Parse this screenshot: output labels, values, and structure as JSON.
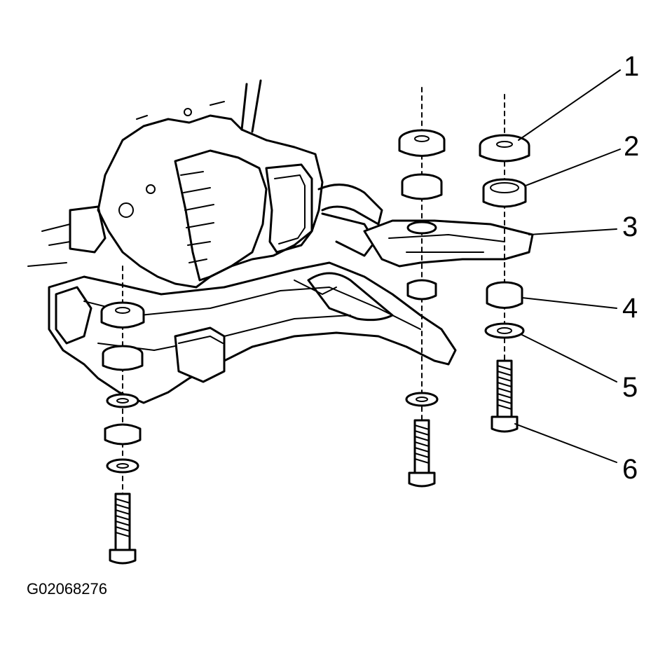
{
  "callouts": [
    {
      "id": 1,
      "label": "1"
    },
    {
      "id": 2,
      "label": "2"
    },
    {
      "id": 3,
      "label": "3"
    },
    {
      "id": 4,
      "label": "4"
    },
    {
      "id": 5,
      "label": "5"
    },
    {
      "id": 6,
      "label": "6"
    }
  ],
  "figure_id": "G02068276"
}
